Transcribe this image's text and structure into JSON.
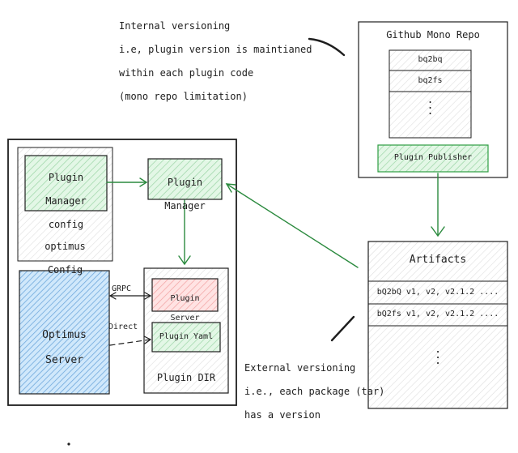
{
  "notes": {
    "internal": [
      "Internal versioning",
      "i.e, plugin version is maintianed",
      "within each plugin code",
      "(mono repo limitation)"
    ],
    "external": [
      "External versioning",
      "i.e., each package (tar)",
      "has a version"
    ]
  },
  "repo": {
    "title": "Github Mono Repo",
    "items": [
      "bq2bq",
      "bq2fs"
    ],
    "ellipsis": ".",
    "publisher": "Plugin Publisher"
  },
  "artifacts": {
    "title": "Artifacts",
    "rows": [
      "bQ2bQ v1, v2, v2.1.2 ....",
      "bQ2fs v1, v2, v2.1.2 ...."
    ],
    "ellipsis": "."
  },
  "config": {
    "manager_config": [
      "Plugin",
      "Manager",
      "config"
    ],
    "optimus_config": [
      "optimus",
      "Config"
    ]
  },
  "manager": [
    "Plugin",
    "Manager"
  ],
  "server": [
    "Optimus",
    "Server"
  ],
  "plugin_dir": {
    "server": [
      "Plugin",
      "Server"
    ],
    "yaml": "Plugin Yaml",
    "title": "Plugin DIR"
  },
  "edges": {
    "grpc": "GRPC",
    "direct": "Direct"
  },
  "colors": {
    "green_fill": "#b2f2bb",
    "green_stroke": "#2f9e44",
    "red_fill": "#ffc9c9",
    "blue_fill": "#a5d8ff",
    "blue_stroke": "#1971c2",
    "arrow": "#2b8a3e"
  }
}
